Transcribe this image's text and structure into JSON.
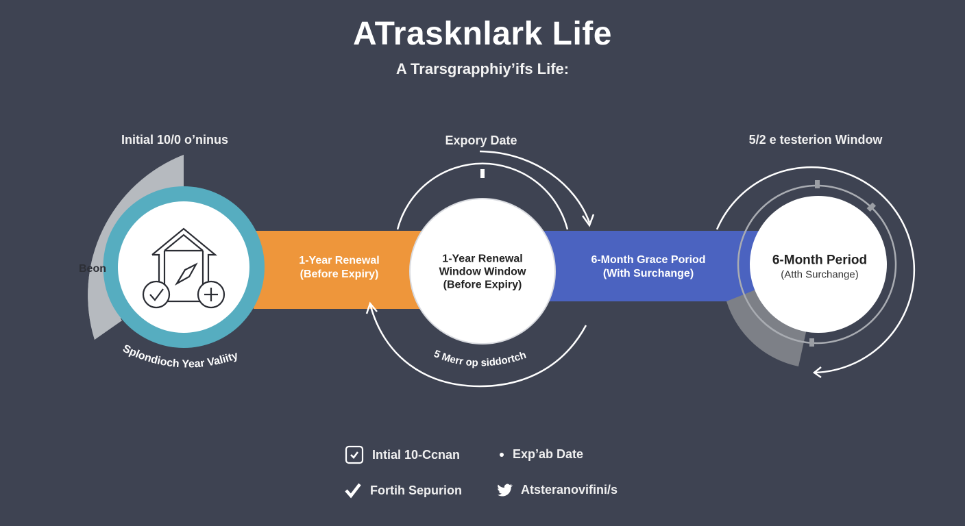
{
  "header": {
    "title": "ATrasknlark Life",
    "subtitle": "A Trarsgrapphiy’ifs Life:"
  },
  "colors": {
    "background": "#3e4352",
    "teal": "#56adc0",
    "gray_sector": "#b6babf",
    "orange": "#ee963b",
    "blue": "#4b63c0",
    "white": "#ffffff",
    "dark_gray_sector": "#7d8087"
  },
  "stages": [
    {
      "id": "initial",
      "top_label": "Initial 10/0 o’ninus",
      "side_label": "Beon",
      "curve_label": "Splondioch Year Valiity",
      "icon": "house-document-icon"
    },
    {
      "id": "expiry",
      "top_label": "Expory Date",
      "circle_text": [
        "1-Year Renewal",
        "Window Window",
        "(Before Expiry)"
      ],
      "curve_label": "5 Merr op siddortch"
    },
    {
      "id": "restoration",
      "top_label": "5/2 e testerion Window",
      "circle_text": [
        "6-Month Period",
        "(Atth Surchange)"
      ]
    }
  ],
  "bands": [
    {
      "id": "renewal",
      "lines": [
        "1-Year Renewal",
        "(Before Expiry)"
      ]
    },
    {
      "id": "grace",
      "lines": [
        "6-Month Grace Poriod",
        "(With Surchange)"
      ]
    }
  ],
  "legend": {
    "items": [
      {
        "icon": "checkbox-icon",
        "label": "Intial 10-Ccnan"
      },
      {
        "icon": "bullet-icon",
        "label": "Exp’ab Date"
      },
      {
        "icon": "checkmark-icon",
        "label": "Fortih Sepurion"
      },
      {
        "icon": "bird-icon",
        "label": "Atsteranovifini/s"
      }
    ]
  }
}
